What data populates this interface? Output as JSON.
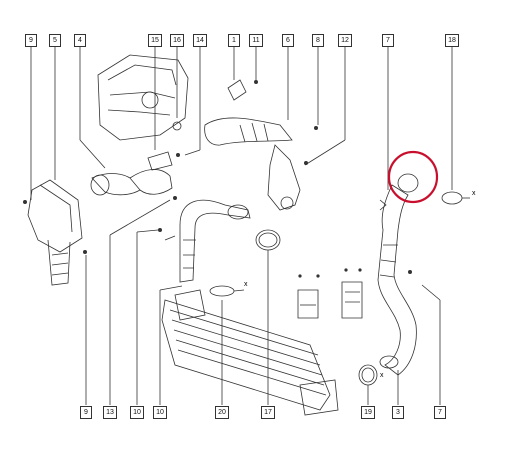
{
  "diagram": {
    "top_callouts": [
      {
        "id": "t9",
        "label": "9"
      },
      {
        "id": "t5",
        "label": "5"
      },
      {
        "id": "t4",
        "label": "4"
      },
      {
        "id": "t15",
        "label": "15"
      },
      {
        "id": "t16",
        "label": "16"
      },
      {
        "id": "t14",
        "label": "14"
      },
      {
        "id": "t1",
        "label": "1"
      },
      {
        "id": "t11",
        "label": "11"
      },
      {
        "id": "t6",
        "label": "6"
      },
      {
        "id": "t8",
        "label": "8"
      },
      {
        "id": "t12",
        "label": "12"
      },
      {
        "id": "t7",
        "label": "7"
      },
      {
        "id": "t18",
        "label": "18"
      }
    ],
    "bottom_callouts": [
      {
        "id": "b9",
        "label": "9"
      },
      {
        "id": "b13",
        "label": "13"
      },
      {
        "id": "b10a",
        "label": "10"
      },
      {
        "id": "b10b",
        "label": "10"
      },
      {
        "id": "b20",
        "label": "20"
      },
      {
        "id": "b17",
        "label": "17"
      },
      {
        "id": "b19",
        "label": "19"
      },
      {
        "id": "b3",
        "label": "3"
      },
      {
        "id": "b7",
        "label": "7"
      }
    ],
    "axis_mark": "x",
    "highlight_color": "#c8102e",
    "line_color": "#333333"
  }
}
